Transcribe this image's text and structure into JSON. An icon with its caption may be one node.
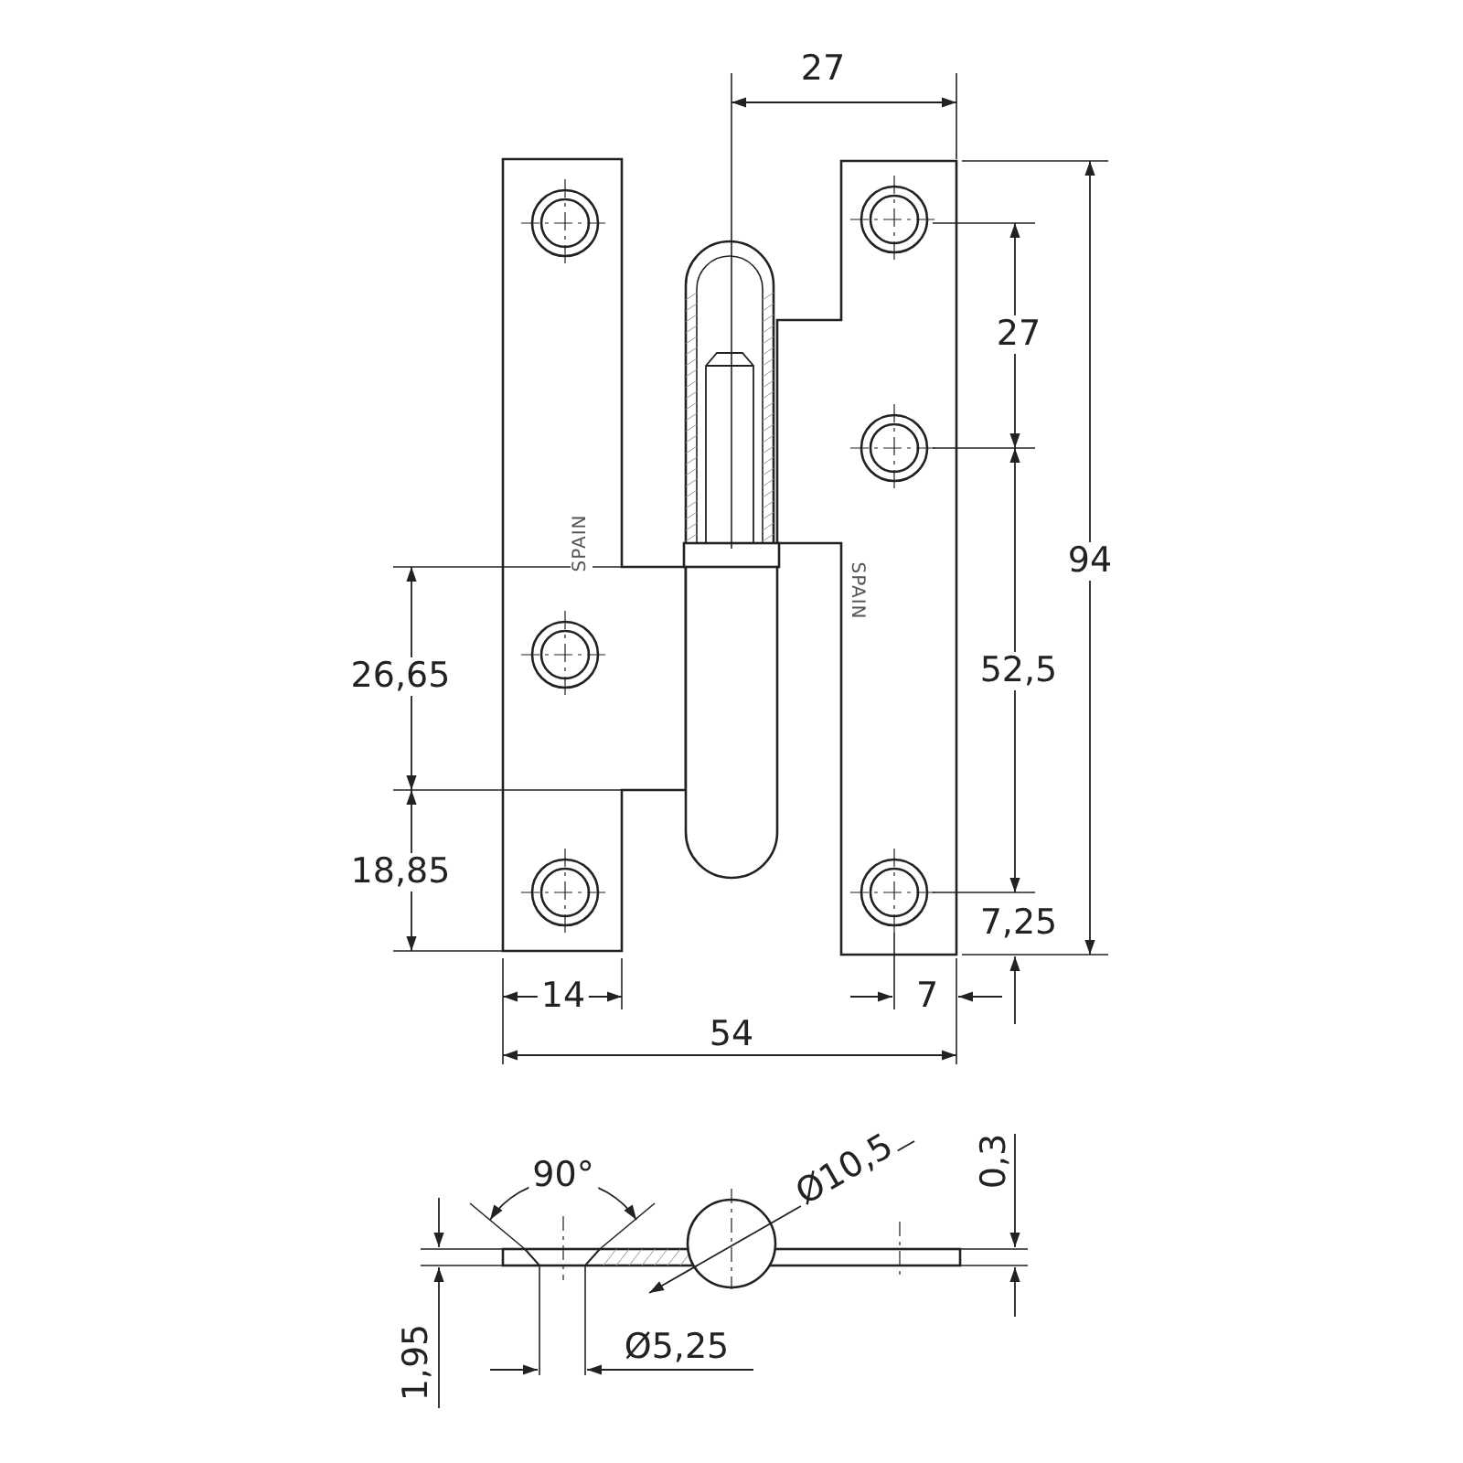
{
  "diagram": {
    "labels": [
      "27",
      "27",
      "SPAIN",
      "SPAIN",
      "94",
      "26,65",
      "52,5",
      "18,85",
      "7,25",
      "14",
      "7",
      "54",
      "90°",
      "Ø10,5",
      "0,3",
      "1,95",
      "Ø5,25"
    ]
  }
}
